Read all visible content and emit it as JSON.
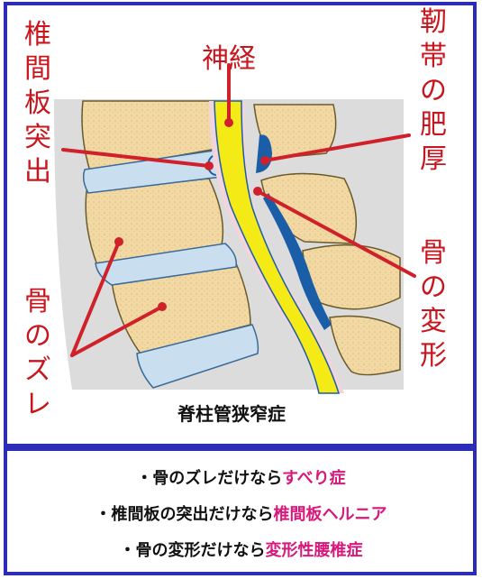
{
  "labels": {
    "disc_herniation": "椎間板突出",
    "ligament_thickening": "靭帯の肥厚",
    "bone_slip": "骨のズレ",
    "bone_deformation": "骨の変形",
    "nerve": "神経",
    "caption": "脊柱管狭窄症"
  },
  "summary": [
    {
      "bullet": "・",
      "prefix": "骨のズレだけなら",
      "term": "すべり症"
    },
    {
      "bullet": "・",
      "prefix": "椎間板の突出だけなら",
      "term": "椎間板ヘルニア"
    },
    {
      "bullet": "・",
      "prefix": "骨の変形だけなら",
      "term": "変形性腰椎症"
    }
  ],
  "colors": {
    "frame": "#2c2cb8",
    "label_red": "#c8161e",
    "pointer_red": "#d0202a",
    "term_pink": "#d8187a",
    "bone": "#f2d9a4",
    "disc": "#c9dff0",
    "nerve": "#f4ea16",
    "ligament": "#1b5ea8",
    "background": "#dcdcdc"
  }
}
